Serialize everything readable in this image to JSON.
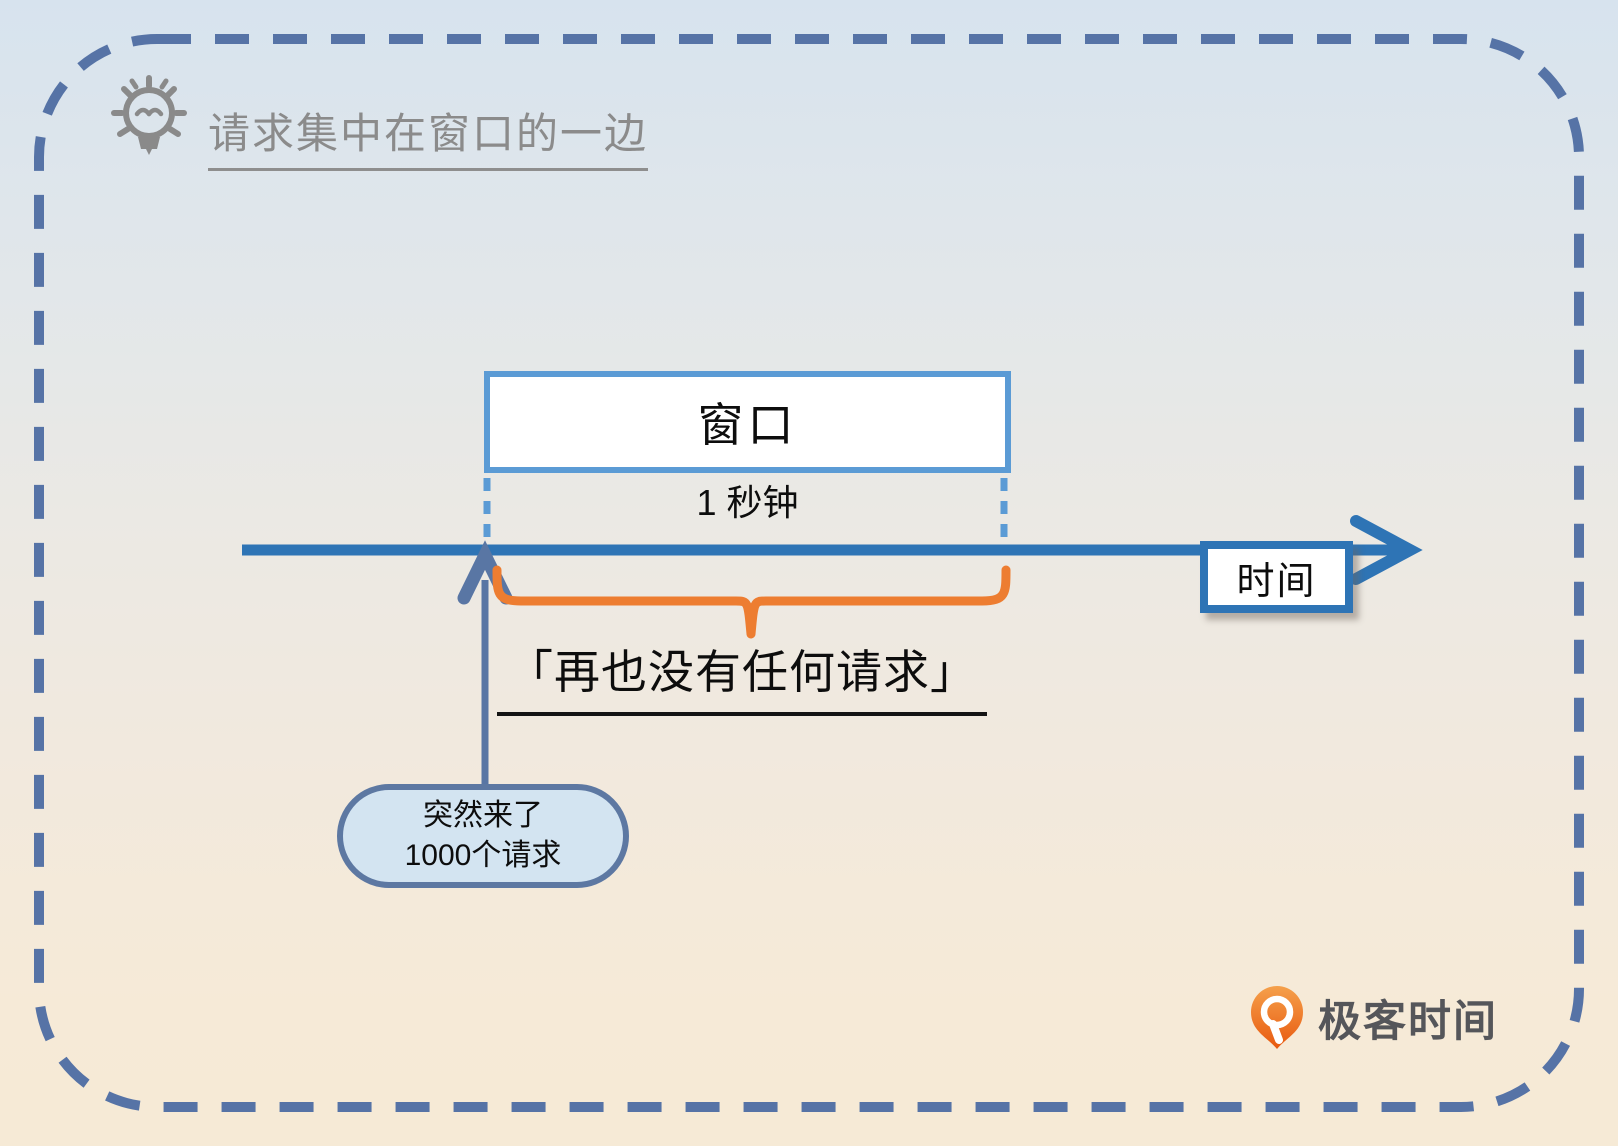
{
  "header": {
    "title": "请求集中在窗口的一边"
  },
  "diagram": {
    "window_label": "窗口",
    "duration_label": "1 秒钟",
    "axis_label": "时间",
    "quote": "「再也没有任何请求」",
    "burst_line1": "突然来了",
    "burst_line2": "1000个请求"
  },
  "footer": {
    "brand": "极客时间"
  },
  "icons": {
    "lightbulb": "lightbulb-icon",
    "brand_pin": "brand-pin-icon"
  },
  "colors": {
    "outer_dashed_border": "#5673a6",
    "timeline": "#2e74b5",
    "window_border": "#5b9bd5",
    "window_dash": "#5b9bd5",
    "brace": "#ed7d31",
    "burst_arrow": "#5976a4",
    "bubble_fill": "#d3e4f1",
    "bubble_border": "#5d78a2",
    "title_gray": "#8b8b8b",
    "brand_orange": "#e8650f",
    "background_top": "#d7e3ee",
    "background_bottom": "#f6ead6"
  }
}
